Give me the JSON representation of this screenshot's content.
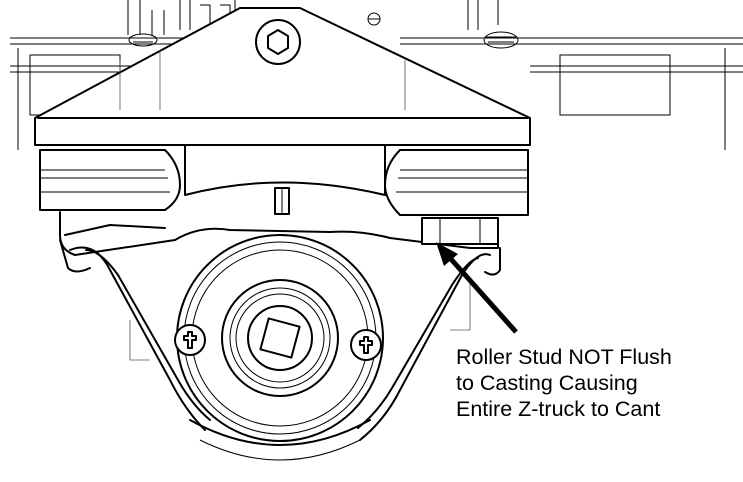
{
  "callout": {
    "lines": [
      "Roller Stud NOT Flush",
      "to Casting Causing",
      "Entire Z-truck to Cant"
    ]
  }
}
